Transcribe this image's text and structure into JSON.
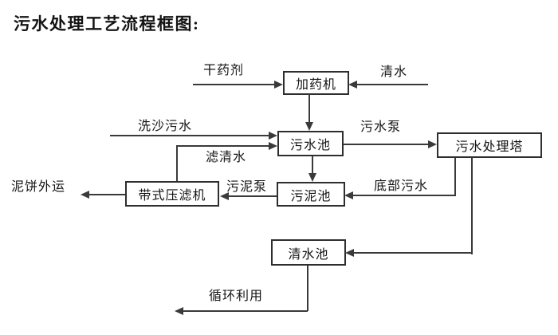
{
  "title": "污水处理工艺流程框图:",
  "diagram": {
    "type": "flowchart",
    "colors": {
      "line": "#3a3a3a",
      "box_border": "#2e2e2e",
      "text": "#141414",
      "background": "#ffffff"
    },
    "nodes": {
      "dosing_machine": {
        "label": "加药机"
      },
      "sewage_pool": {
        "label": "污水池"
      },
      "treatment_tower": {
        "label": "污水处理塔"
      },
      "sludge_pool": {
        "label": "污泥池"
      },
      "belt_filter_press": {
        "label": "带式压滤机"
      },
      "clear_water_pool": {
        "label": "清水池"
      }
    },
    "flow_labels": {
      "dry_chemical": "干药剂",
      "clean_water": "清水",
      "sand_washing_sewage": "洗沙污水",
      "sewage_pump": "污水泵",
      "filtered_water": "滤清水",
      "mud_cake_out": "泥饼外运",
      "sludge_pump": "污泥泵",
      "bottom_sewage": "底部污水",
      "recycle_use": "循环利用"
    },
    "edges": [
      {
        "from": "干药剂",
        "to": "加药机",
        "label": "干药剂"
      },
      {
        "from": "清水",
        "to": "加药机",
        "label": "清水"
      },
      {
        "from": "加药机",
        "to": "污水池",
        "label": ""
      },
      {
        "from": "洗沙污水",
        "to": "污水池",
        "label": "洗沙污水"
      },
      {
        "from": "带式压滤机",
        "to": "污水池",
        "label": "滤清水"
      },
      {
        "from": "污水池",
        "to": "污水处理塔",
        "label": "污水泵"
      },
      {
        "from": "污水池",
        "to": "污泥池",
        "label": ""
      },
      {
        "from": "污水处理塔",
        "to": "污泥池",
        "label": "底部污水"
      },
      {
        "from": "污水处理塔",
        "to": "清水池",
        "label": ""
      },
      {
        "from": "污泥池",
        "to": "带式压滤机",
        "label": "污泥泵"
      },
      {
        "from": "带式压滤机",
        "to": "外运",
        "label": "泥饼外运"
      },
      {
        "from": "清水池",
        "to": "循环利用",
        "label": "循环利用"
      }
    ]
  }
}
